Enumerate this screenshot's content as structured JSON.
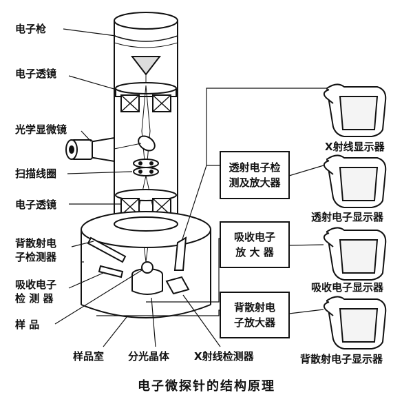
{
  "caption": "电子微探针的结构原理",
  "labels": {
    "electron_gun": "电子枪",
    "electron_lens_top": "电子透镜",
    "optical_microscope": "光学显微镜",
    "scan_coil": "扫描线圈",
    "electron_lens_bottom": "电子透镜",
    "backscatter_detector_line1": "背散射电",
    "backscatter_detector_line2": "子检测器",
    "absorption_detector_line1": "吸收电子",
    "absorption_detector_line2": "检 测 器",
    "sample": "样    品",
    "sample_chamber": "样品室",
    "spectroscopic_crystal": "分光晶体",
    "xray_detector": "X射线检测器"
  },
  "boxes": {
    "transmission_amp_line1": "透射电子检",
    "transmission_amp_line2": "测及放大器",
    "absorption_amp_line1": "吸收电子",
    "absorption_amp_line2": "放 大 器",
    "backscatter_amp_line1": "背散射电",
    "backscatter_amp_line2": "子放大器"
  },
  "displays": {
    "xray": "X射线显示器",
    "transmission": "透射电子显示器",
    "absorption": "吸收电子显示器",
    "backscatter": "背散射电子显示器"
  }
}
